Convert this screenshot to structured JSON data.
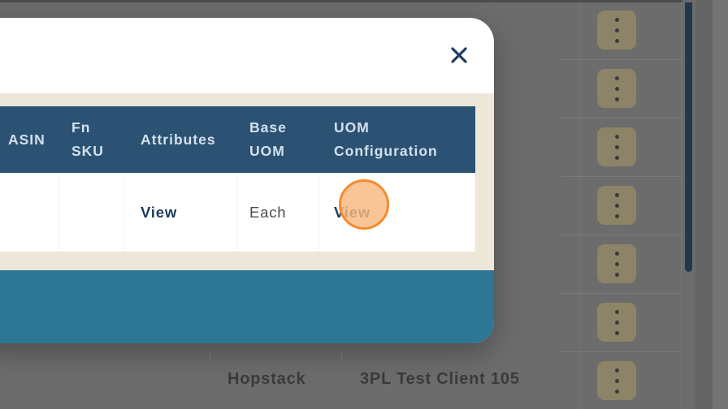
{
  "modal": {
    "table": {
      "headers": [
        "ASIN",
        "Fn SKU",
        "Attributes",
        "Base UOM",
        "UOM Configuration"
      ],
      "row": [
        "",
        "",
        "View",
        "Each",
        "View"
      ]
    },
    "colors": {
      "header_bg": "#2b5273",
      "header_text": "#d3e0ec",
      "panel_beige": "#ece7d9",
      "footer_teal": "#2e7794",
      "link_navy": "#1d3a5f",
      "close_icon_navy": "#1d3a5f"
    }
  },
  "background_page": {
    "visible_row": {
      "brand": "Hopstack",
      "client": "3PL Test Client 105"
    },
    "action_menu_icon": "kebab-vertical-icon",
    "action_button_color": "#8d8468",
    "scrollbar_color": "#22394d"
  },
  "click_indicator": {
    "ring_color": "#f68b2c",
    "fill_color": "#f9b87f"
  }
}
